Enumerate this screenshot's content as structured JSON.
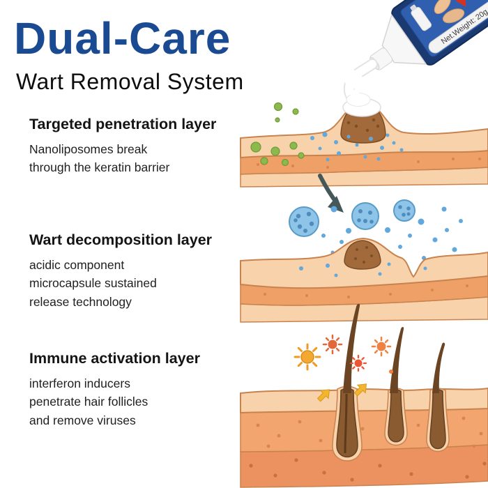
{
  "header": {
    "title": "Dual-Care",
    "subtitle": "Wart Removal System"
  },
  "sections": [
    {
      "heading": "Targeted penetration layer",
      "description": "Nanoliposomes break\nthrough the keratin barrier"
    },
    {
      "heading": "Wart decomposition layer",
      "description": "acidic component\nmicrocapsule sustained\nrelease technology"
    },
    {
      "heading": "Immune activation layer",
      "description": "interferon inducers\npenetrate hair follicles\nand remove viruses"
    }
  ],
  "tube": {
    "label": "Net.Weight: 20g"
  },
  "colors": {
    "title_blue": "#1a4a92",
    "skin_light": "#f8d2aa",
    "skin_mid": "#efa066",
    "skin_outline": "#c8824e",
    "wart_brown": "#a2693a",
    "capsule_blue": "#8ec4e8",
    "dot_blue": "#60a8de",
    "dot_green": "#8cb84e",
    "virus_orange": "#e8703c",
    "sun_yellow": "#f2a52e",
    "hair_brown": "#6b4423",
    "tube_navy": "#1c3a72",
    "cream_white": "#ffffff"
  }
}
